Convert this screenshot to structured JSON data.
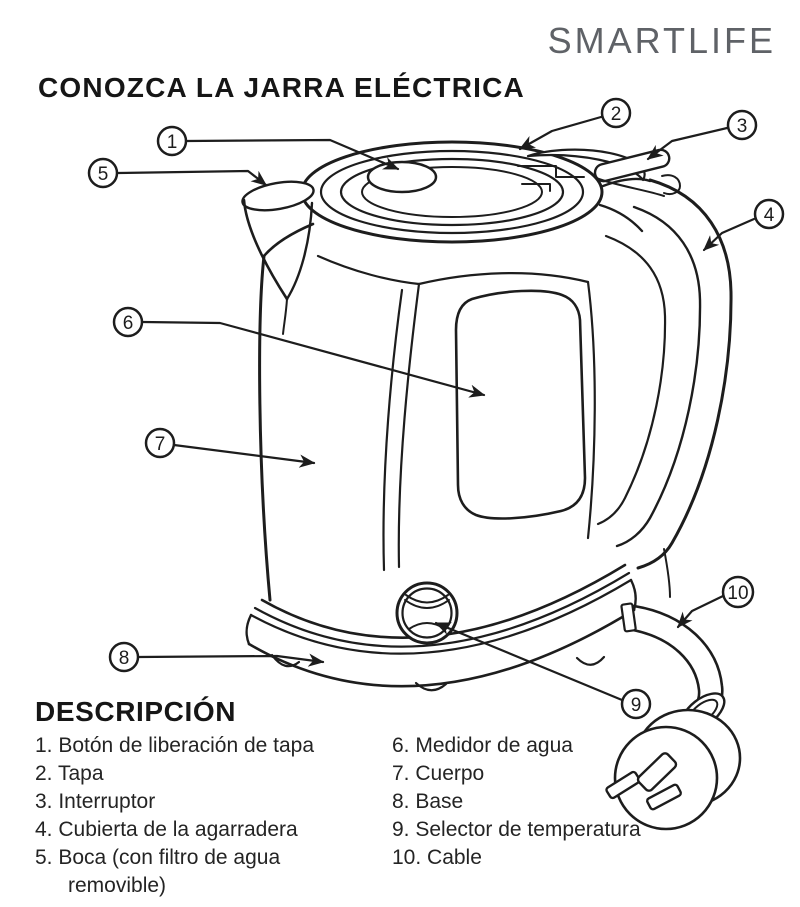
{
  "brand": {
    "logo_text": "SMARTLIFE"
  },
  "header": {
    "title": "CONOZCA LA JARRA ELÉCTRICA"
  },
  "diagram": {
    "subject": "electric-kettle-line-drawing",
    "callouts": [
      "1",
      "2",
      "3",
      "4",
      "5",
      "6",
      "7",
      "8",
      "9",
      "10"
    ],
    "colors": {
      "ink": "#1d1d1d",
      "logo": "#5f6267"
    }
  },
  "description": {
    "heading": "DESCRIPCIÓN",
    "items_left": [
      "1. Botón de liberación de tapa",
      "2. Tapa",
      "3. Interruptor",
      "4. Cubierta de la agarradera",
      "5. Boca (con filtro de agua removible)"
    ],
    "items_right": [
      "6. Medidor de agua",
      "7. Cuerpo",
      "8. Base",
      "9. Selector de temperatura",
      "10. Cable"
    ]
  }
}
